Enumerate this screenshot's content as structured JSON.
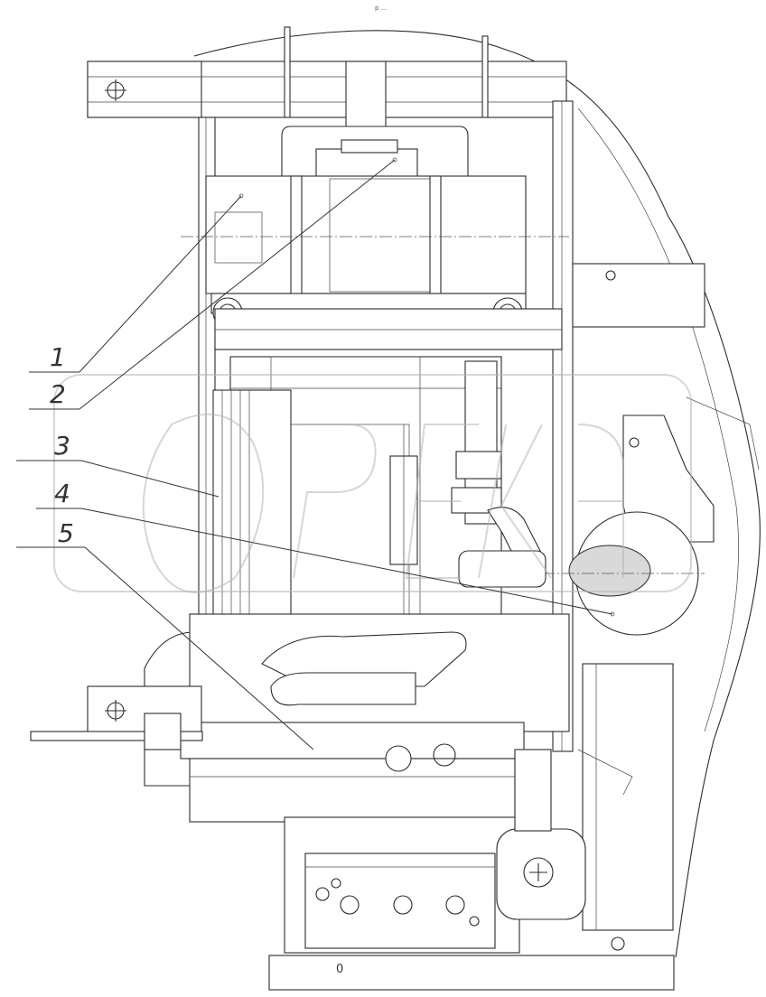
{
  "drawing": {
    "header_mark": "р ...",
    "bottom_label": "0",
    "watermark_text": "OPEX",
    "callouts": [
      {
        "label": "1"
      },
      {
        "label": "2"
      },
      {
        "label": "3"
      },
      {
        "label": "4"
      },
      {
        "label": "5"
      }
    ]
  }
}
